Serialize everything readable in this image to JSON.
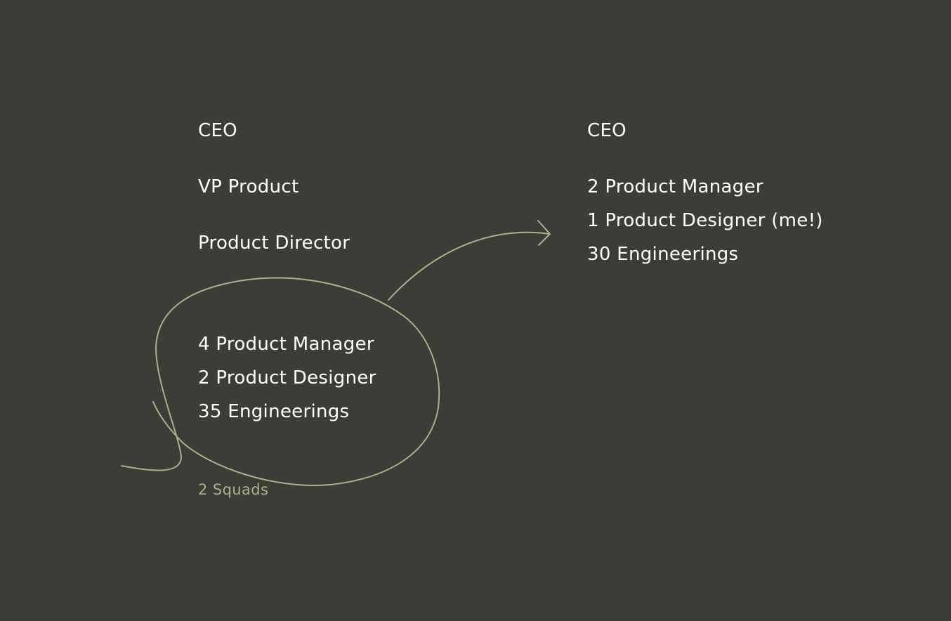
{
  "colors": {
    "background": "#3c3d37",
    "text": "#ffffff",
    "accent": "#a9b38a"
  },
  "before": {
    "ceo": "CEO",
    "vp": "VP Product",
    "director": "Product Director",
    "team": [
      "4 Product Manager",
      "2 Product Designer",
      "35 Engineerings"
    ],
    "squads_note": "2 Squads"
  },
  "after": {
    "ceo": "CEO",
    "team": [
      "2 Product Manager",
      "1 Product Designer (me!)",
      "30 Engineerings"
    ]
  },
  "annotations": {
    "circle": "hand-drawn-circle",
    "arrow": "arrow-right-icon"
  }
}
